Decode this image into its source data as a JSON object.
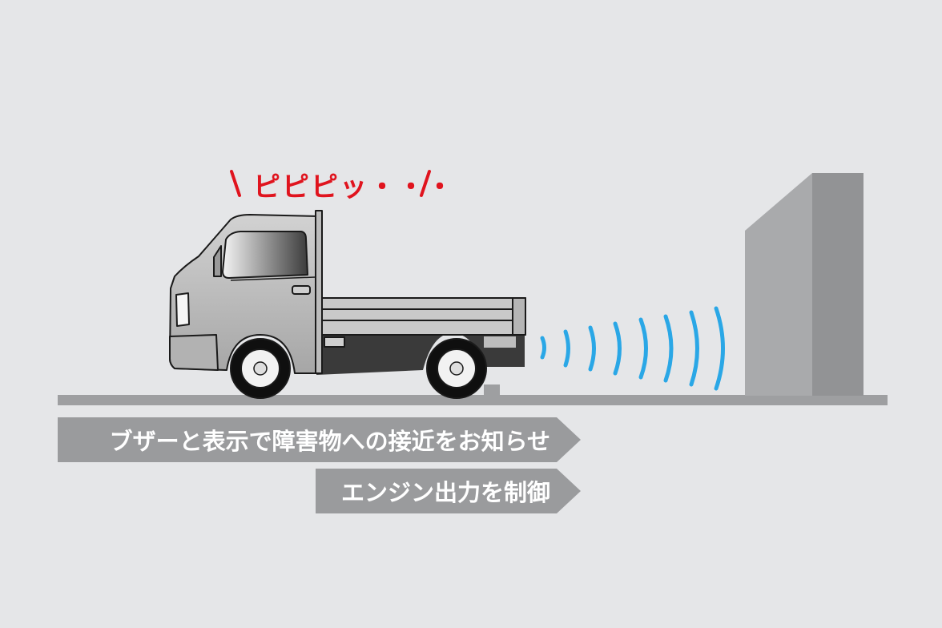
{
  "sound_effect": "ピピピッ・・・",
  "messages": {
    "buzzer_display": "ブザーと表示で障害物への接近をお知らせ",
    "engine_control": "エンジン出力を制御"
  },
  "colors": {
    "background": "#e5e6e8",
    "alert_red": "#e0141e",
    "sonar_blue": "#2aa7e6",
    "bar_gray": "#9a9b9d"
  },
  "icons": [
    "truck-icon",
    "sonar-wave-icon",
    "wall-icon",
    "ground-line"
  ]
}
